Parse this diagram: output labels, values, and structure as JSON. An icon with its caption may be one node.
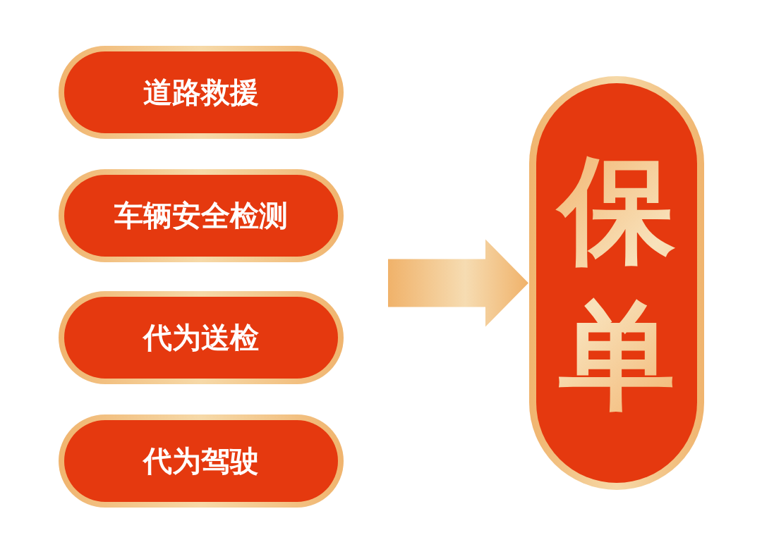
{
  "diagram": {
    "nodes": [
      {
        "text": [
          "道路救援"
        ]
      },
      {
        "text": [
          "车辆安全检测"
        ]
      },
      {
        "text": [
          "代为送检"
        ]
      },
      {
        "text": [
          "代为驾驶"
        ]
      },
      {
        "text": [
          "保单"
        ]
      }
    ],
    "edges": [
      {
        "from": null,
        "to": 4,
        "arrow": "to"
      }
    ]
  }
}
